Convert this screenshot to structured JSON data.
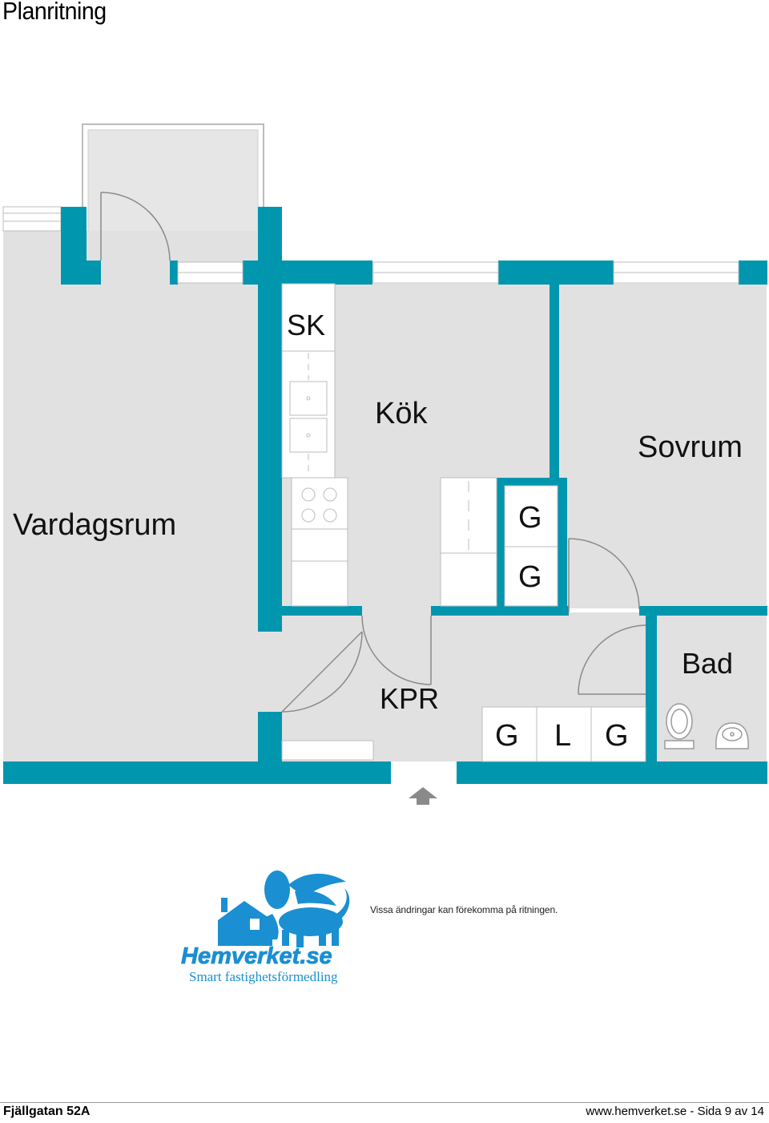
{
  "page": {
    "title": "Planritning"
  },
  "floorplan": {
    "rooms": {
      "sk": "SK",
      "kok": "Kök",
      "sovrum": "Sovrum",
      "vardagsrum": "Vardagsrum",
      "bad": "Bad",
      "kpr": "KPR"
    },
    "closets": {
      "kitchen_top": "G",
      "kitchen_bottom": "G",
      "hall_1": "G",
      "hall_2": "L",
      "hall_3": "G"
    },
    "entrance_icon": "arrow-up-icon"
  },
  "branding": {
    "logo_name": "Hemverket.se",
    "tagline": "Smart fastighetsförmedling",
    "notice": "Vissa ändringar kan förekomma på ritningen."
  },
  "footer": {
    "address": "Fjällgatan 52A",
    "page_info": "www.hemverket.se - Sida 9 av 14"
  },
  "colors": {
    "wall": "#0096ae",
    "floor": "#e1e1e1",
    "logo": "#1a8fd1",
    "balcony_outline": "#c8c8c8"
  }
}
